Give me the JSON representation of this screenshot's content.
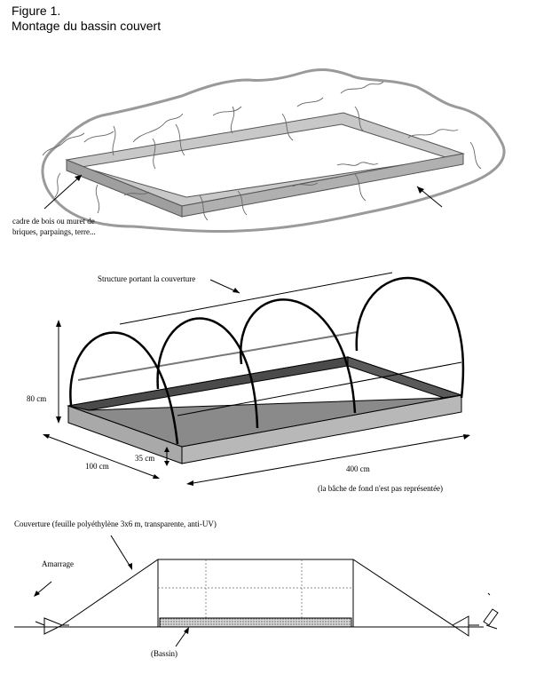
{
  "figure": {
    "number": "Figure 1.",
    "title": "Montage du bassin couvert"
  },
  "top_diagram": {
    "frame_label_line1": "cadre de bois ou muret de",
    "frame_label_line2": "briques, parpaings, terre..."
  },
  "middle_diagram": {
    "structure_label": "Structure portant la couverture",
    "height_label": "80 cm",
    "depth_label": "35 cm",
    "width_label": "100 cm",
    "length_label": "400 cm",
    "note": "(la bâche de fond n'est pas représentée)"
  },
  "bottom_diagram": {
    "cover_label": "Couverture (feuille polyéthylène 3x6 m, transparente, anti-UV)",
    "anchor_label": "Amarrage",
    "basin_label": "(Bassin)"
  }
}
